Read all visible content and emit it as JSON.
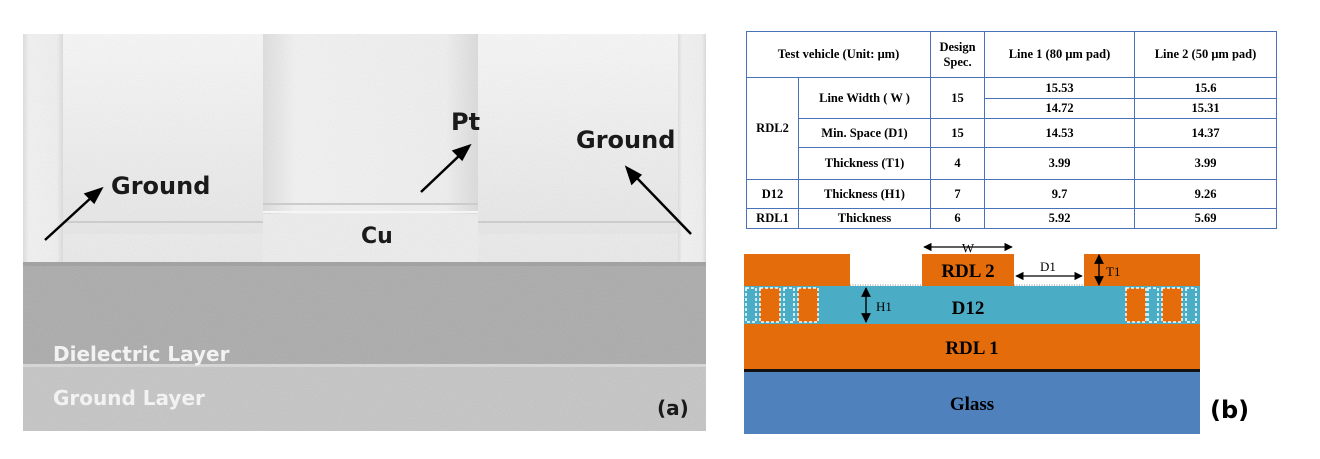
{
  "panel_a": {
    "tag": "(a)",
    "labels": {
      "ground_left": "Ground",
      "pt": "Pt",
      "ground_right": "Ground",
      "cu": "Cu",
      "dielectric": "Dielectric Layer",
      "ground_layer": "Ground Layer"
    }
  },
  "panel_b": {
    "tag": "(b)",
    "table": {
      "header": {
        "test_vehicle": "Test vehicle  (Unit: μm)",
        "design_spec": "Design Spec.",
        "line1": "Line  1 (80 μm pad)",
        "line2": "Line 2 (50 μm pad)"
      },
      "groups": {
        "rdl2": "RDL2",
        "d12": "D12",
        "rdl1": "RDL1"
      },
      "rows": {
        "line_width": {
          "param": "Line Width ( W )",
          "spec": "15",
          "line1": [
            "15.53",
            "14.72"
          ],
          "line2": [
            "15.6",
            "15.31"
          ]
        },
        "min_space": {
          "param": "Min. Space (D1)",
          "spec": "15",
          "line1": "14.53",
          "line2": "14.37"
        },
        "thickness_t1": {
          "param": "Thickness (T1)",
          "spec": "4",
          "line1": "3.99",
          "line2": "3.99"
        },
        "thickness_h1": {
          "param": "Thickness (H1)",
          "spec": "7",
          "line1": "9.7",
          "line2": "9.26"
        },
        "thickness_rdl1": {
          "param": "Thickness",
          "spec": "6",
          "line1": "5.92",
          "line2": "5.69"
        }
      }
    },
    "diagram": {
      "w": "W",
      "rdl2": "RDL 2",
      "d1": "D1",
      "t1": "T1",
      "h1": "H1",
      "d12": "D12",
      "rdl1": "RDL 1",
      "glass": "Glass"
    },
    "colors": {
      "copper": "#E46C0A",
      "dielectric": "#4BACC6",
      "glass": "#4F81BD",
      "table_border": "#4A72B8"
    }
  }
}
